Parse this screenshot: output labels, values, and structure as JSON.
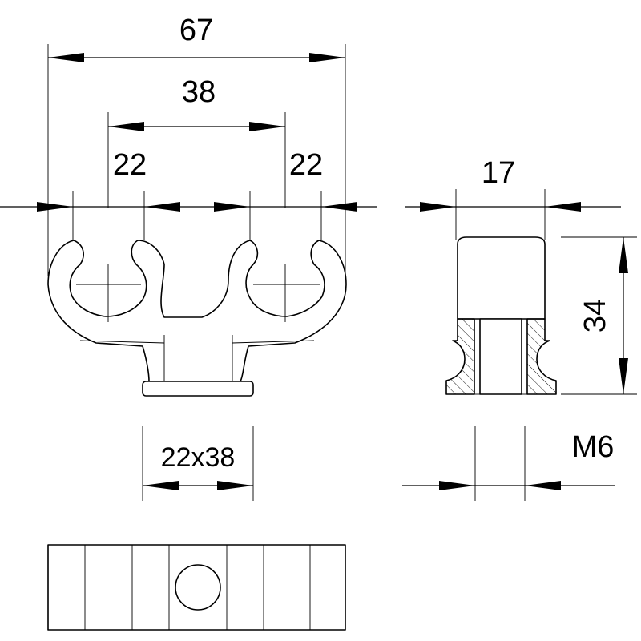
{
  "dimensions": {
    "overall_width": "67",
    "center_spacing": "38",
    "left_tube": "22",
    "right_tube": "22",
    "depth": "17",
    "height": "34",
    "base_size": "22x38",
    "thread": "M6"
  }
}
